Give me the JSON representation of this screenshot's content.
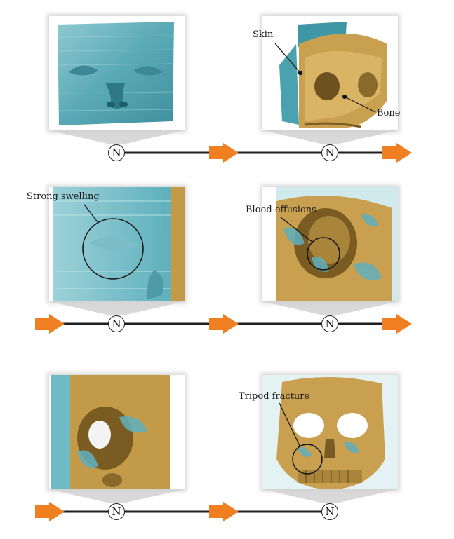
{
  "node_symbol": "N",
  "labels": {
    "skin": "Skin",
    "bone": "Bone",
    "strong_swelling": "Strong swelling",
    "blood_effusions": "Blood effusions",
    "tripod_fracture": "Tripod fracture"
  },
  "colors": {
    "skin_teal": "#5fb0bd",
    "bone_gold": "#c9a04f",
    "arrow_orange": "#f07f22",
    "timeline": "#1e1e1e"
  }
}
